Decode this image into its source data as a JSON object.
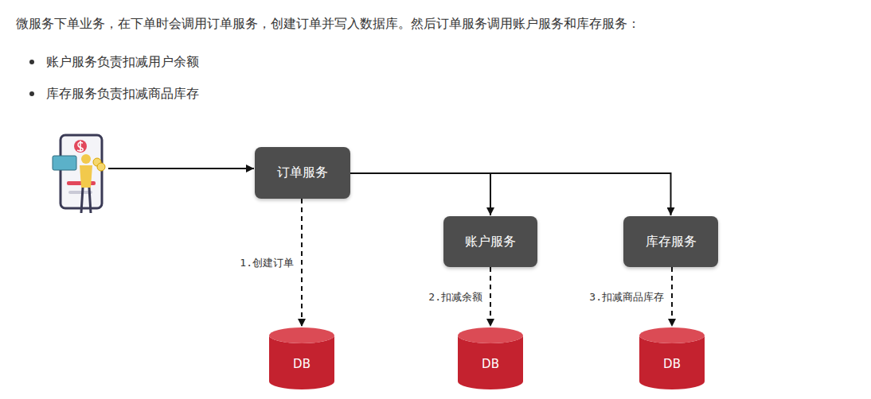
{
  "diagram": {
    "nodes": [
      {
        "text": [
          "订单服务"
        ]
      },
      {
        "text": [
          "账户服务"
        ]
      },
      {
        "text": [
          "库存服务"
        ]
      },
      {
        "text": [
          "DB"
        ]
      },
      {
        "text": [
          "DB"
        ]
      },
      {
        "text": [
          "DB"
        ]
      }
    ],
    "edges": [
      {
        "from": 0,
        "to": 1,
        "arrow": "to"
      },
      {
        "from": 0,
        "to": 2,
        "arrow": "to"
      },
      {
        "from": 0,
        "to": 3,
        "label": "1.创建订单",
        "arrow": "to"
      },
      {
        "from": 1,
        "to": 4,
        "label": "2.扣减余额",
        "arrow": "to"
      },
      {
        "from": 2,
        "to": 5,
        "label": "3.扣减商品库存",
        "arrow": "to"
      }
    ],
    "labels": [
      "微服务下单业务，在下单时会调用订单服务，创建订单并写入数据库。然后订单服务调用账户服务和库存服务：",
      "账户服务负责扣减用户余额",
      "库存服务负责扣减商品库存"
    ]
  }
}
